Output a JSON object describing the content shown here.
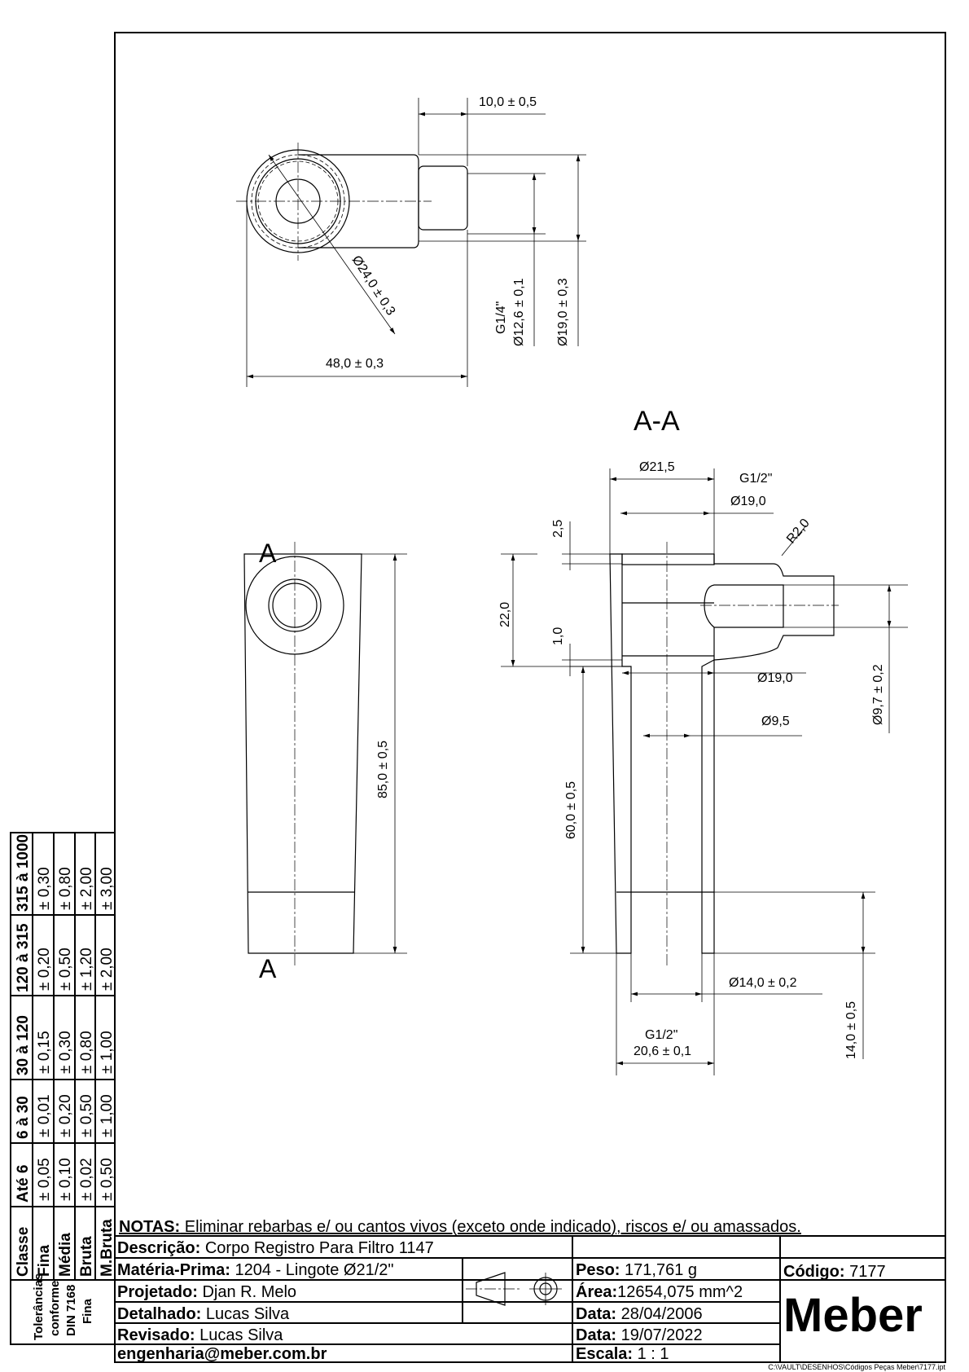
{
  "top_view": {
    "dim_nipple_len": "10,0 ± 0,5",
    "dim_outer_dia": "Ø24,0 ± 0,3",
    "thread": "G1/4\"",
    "dim_thread_dia": "Ø12,6 ± 0,1",
    "dim_body_dia": "Ø19,0 ± 0,3",
    "dim_total_len": "48,0 ± 0,3"
  },
  "side_view": {
    "section_mark_top": "A",
    "section_mark_bottom": "A",
    "dim_height": "85,0 ± 0,5"
  },
  "section": {
    "title": "A-A",
    "dim_top_dia": "Ø21,5",
    "thread_top": "G1/2\"",
    "dim_top_thread": "Ø19,0",
    "radius": "R2,0",
    "dim_2_5": "2,5",
    "dim_22": "22,0",
    "dim_1": "1,0",
    "dim_inner_19": "Ø19,0",
    "dim_bore": "Ø9,5",
    "dim_side_bore": "Ø9,7 ± 0,2",
    "dim_60": "60,0 ± 0,5",
    "dim_bottom_dia": "Ø14,0 ± 0,2",
    "dim_14": "14,0 ± 0,5",
    "thread_bottom": "G1/2\"",
    "dim_bottom_thread": "20,6 ± 0,1"
  },
  "tolerance_table": {
    "headers": [
      "Classe",
      "Até 6",
      "6 à 30",
      "30 à 120",
      "120 à 315",
      "315 à 1000"
    ],
    "rows": [
      {
        "class": "Fina",
        "values": [
          "± 0,05",
          "± 0,01",
          "± 0,15",
          "± 0,20",
          "± 0,30"
        ]
      },
      {
        "class": "Média",
        "values": [
          "± 0,10",
          "± 0,20",
          "± 0,30",
          "± 0,50",
          "± 0,80"
        ]
      },
      {
        "class": "Bruta",
        "values": [
          "± 0,02",
          "± 0,50",
          "± 0,80",
          "± 1,20",
          "± 2,00"
        ]
      },
      {
        "class": "M.Bruta",
        "values": [
          "± 0,50",
          "± 1,00",
          "± 1,00",
          "± 2,00",
          "± 3,00"
        ]
      }
    ],
    "footer": [
      "Tolerâncias",
      "conforme",
      "DIN 7168",
      "Fina"
    ]
  },
  "title_block": {
    "notes_label": "NOTAS:",
    "notes": " Eliminar rebarbas e/ ou cantos vivos (exceto onde indicado), riscos e/ ou amassados.",
    "description_label": "Descrição:",
    "description": " Corpo Registro Para Filtro 1147",
    "material_label": "Matéria-Prima:",
    "material": " 1204 - Lingote Ø21/2\"",
    "weight_label": "Peso:",
    "weight": " 171,761 g",
    "code_label": "Código:",
    "code": " 7177",
    "designed_label": "Projetado:",
    "designed": " Djan R. Melo",
    "area_label": "Área:",
    "area": "12654,075 mm^2",
    "detailed_label": "Detalhado:",
    "detailed": " Lucas Silva",
    "date1_label": "Data:",
    "date1": " 28/04/2006",
    "revised_label": "Revisado:",
    "revised": " Lucas Silva",
    "date2_label": "Data:",
    "date2": " 19/07/2022",
    "email": "engenharia@meber.com.br",
    "scale_label": "Escala:",
    "scale": " 1 : 1",
    "logo": "Meber",
    "file_path": "C:\\VAULT\\DESENHOS\\Códigos Peças Meber\\7177.ipt"
  },
  "colors": {
    "hatch": "#2e8b2e"
  }
}
